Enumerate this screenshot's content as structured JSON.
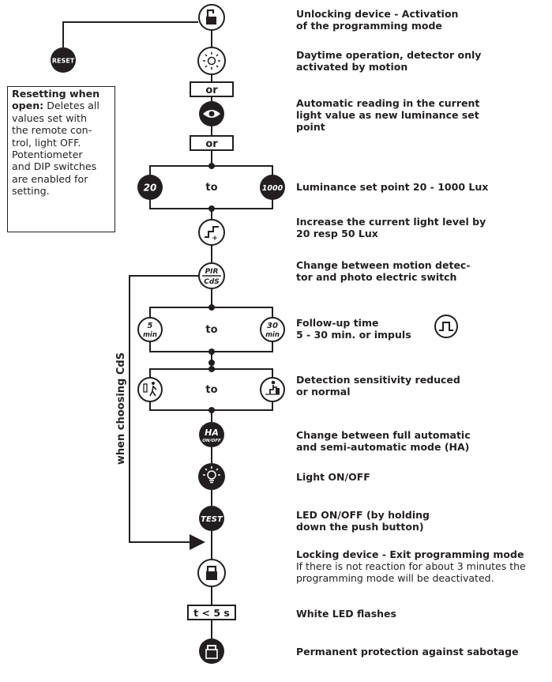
{
  "reset": {
    "button_label": "RESET",
    "title": "Resetting when open:",
    "lines": [
      "Deletes all",
      "values set with",
      "the remote con-",
      "trol, light OFF.",
      "Potentiometer",
      "and DIP switches",
      "are enabled for",
      "setting."
    ]
  },
  "connectors": {
    "or_1": "or",
    "or_2": "or",
    "to_1": "to",
    "to_2": "to",
    "to_3": "to",
    "timer": "t < 5 s"
  },
  "buttons": {
    "lux_min": "20",
    "lux_max": "1000",
    "pir_top": "PIR",
    "pir_bottom": "CdS",
    "time_min_value": "5",
    "time_max_value": "30",
    "time_unit": "min",
    "ha_top": "HA",
    "ha_bottom": "ON/OFF",
    "test": "TEST"
  },
  "side_label": "when choosing CdS",
  "descriptions": {
    "unlock": [
      "Unlocking device - Activation",
      "of the programming mode"
    ],
    "daytime": [
      "Daytime operation, detector only",
      "activated by motion"
    ],
    "auto_read": [
      "Automatic reading in the current",
      "light value as new luminance set",
      "point"
    ],
    "luminance": [
      "Luminance set point 20 - 1000 Lux"
    ],
    "increase": [
      "Increase the current light level by",
      "20 resp 50 Lux"
    ],
    "pir_cds": [
      "Change between motion detec-",
      "tor and photo electric switch"
    ],
    "follow_up": [
      "Follow-up time",
      "5 - 30 min. or impuls"
    ],
    "sensitivity": [
      "Detection sensitivity reduced",
      "or normal"
    ],
    "ha": [
      "Change between full automatic",
      "and semi-automatic mode (HA)"
    ],
    "light": [
      "Light ON/OFF"
    ],
    "led": [
      "LED ON/OFF (by holding",
      "down the push button)"
    ],
    "lock_title": "Locking device - Exit programming mode",
    "lock_note": [
      "If there is not reaction for about 3 minutes the",
      "programming mode will be deactivated."
    ],
    "white_led": [
      "White LED flashes"
    ],
    "sabotage": [
      "Permanent protection against sabotage"
    ]
  },
  "icons": [
    "unlock-icon",
    "sun-icon",
    "eye-icon",
    "step-increase-icon",
    "impulse-icon",
    "person-standing-icon",
    "person-sitting-icon",
    "bulb-icon",
    "lock-icon",
    "sabotage-lock-icon"
  ],
  "colors": {
    "ink": "#231f20",
    "paper": "#ffffff"
  }
}
